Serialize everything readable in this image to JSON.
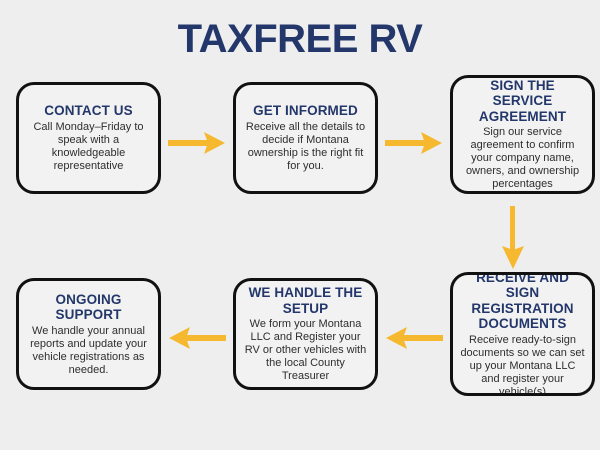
{
  "header": {
    "title": "TAXFREE RV"
  },
  "colors": {
    "background": "#eeeeee",
    "navy": "#23376b",
    "box_fill": "#f2f2f2",
    "box_border": "#111111",
    "arrow": "#f5b82e",
    "body_text": "#2e2e2e"
  },
  "flow": {
    "steps": [
      {
        "id": "contact-us",
        "title": "CONTACT US",
        "body": "Call Monday–Friday to speak with a knowledgeable representative"
      },
      {
        "id": "get-informed",
        "title": "GET INFORMED",
        "body": "Receive all the details to decide if Montana ownership is the right fit for you."
      },
      {
        "id": "sign-agreement",
        "title": "SIGN THE SERVICE AGREEMENT",
        "body": "Sign our service agreement to confirm your company name, owners, and ownership percentages"
      },
      {
        "id": "receive-sign",
        "title": "RECEIVE AND SIGN REGISTRATION DOCUMENTS",
        "body": "Receive ready-to-sign documents so we can set up your Montana LLC and register your vehicle(s)"
      },
      {
        "id": "we-handle-setup",
        "title": "WE HANDLE THE SETUP",
        "body": "We form your Montana LLC and Register your RV or other vehicles with the local County Treasurer"
      },
      {
        "id": "ongoing-support",
        "title": "ONGOING SUPPORT",
        "body": "We handle your annual reports and update your vehicle registrations as needed."
      }
    ],
    "connectors": [
      {
        "id": "contact-to-informed",
        "icon": "arrow-right-icon",
        "from": "contact-us",
        "to": "get-informed"
      },
      {
        "id": "informed-to-sign",
        "icon": "arrow-right-icon",
        "from": "get-informed",
        "to": "sign-agreement"
      },
      {
        "id": "sign-to-receive",
        "icon": "arrow-down-icon",
        "from": "sign-agreement",
        "to": "receive-sign"
      },
      {
        "id": "receive-to-setup",
        "icon": "arrow-left-icon",
        "from": "receive-sign",
        "to": "we-handle-setup"
      },
      {
        "id": "setup-to-support",
        "icon": "arrow-left-icon",
        "from": "we-handle-setup",
        "to": "ongoing-support"
      }
    ]
  }
}
